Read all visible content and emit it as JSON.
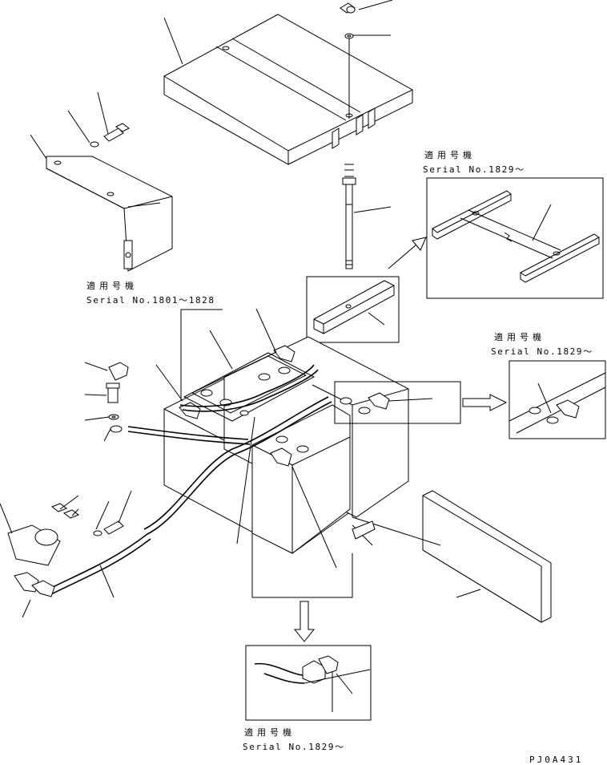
{
  "drawing_code": "PJ0A431",
  "callouts": [
    {
      "id": "top-right",
      "applicability": "適用号機",
      "serial": "Serial No.1829～"
    },
    {
      "id": "left-panel",
      "applicability": "適用号機",
      "serial": "Serial No.1801～1828"
    },
    {
      "id": "mid-right",
      "applicability": "適用号機",
      "serial": "Serial No.1829～"
    },
    {
      "id": "bottom",
      "applicability": "適用号機",
      "serial": "Serial No.1829～"
    }
  ]
}
